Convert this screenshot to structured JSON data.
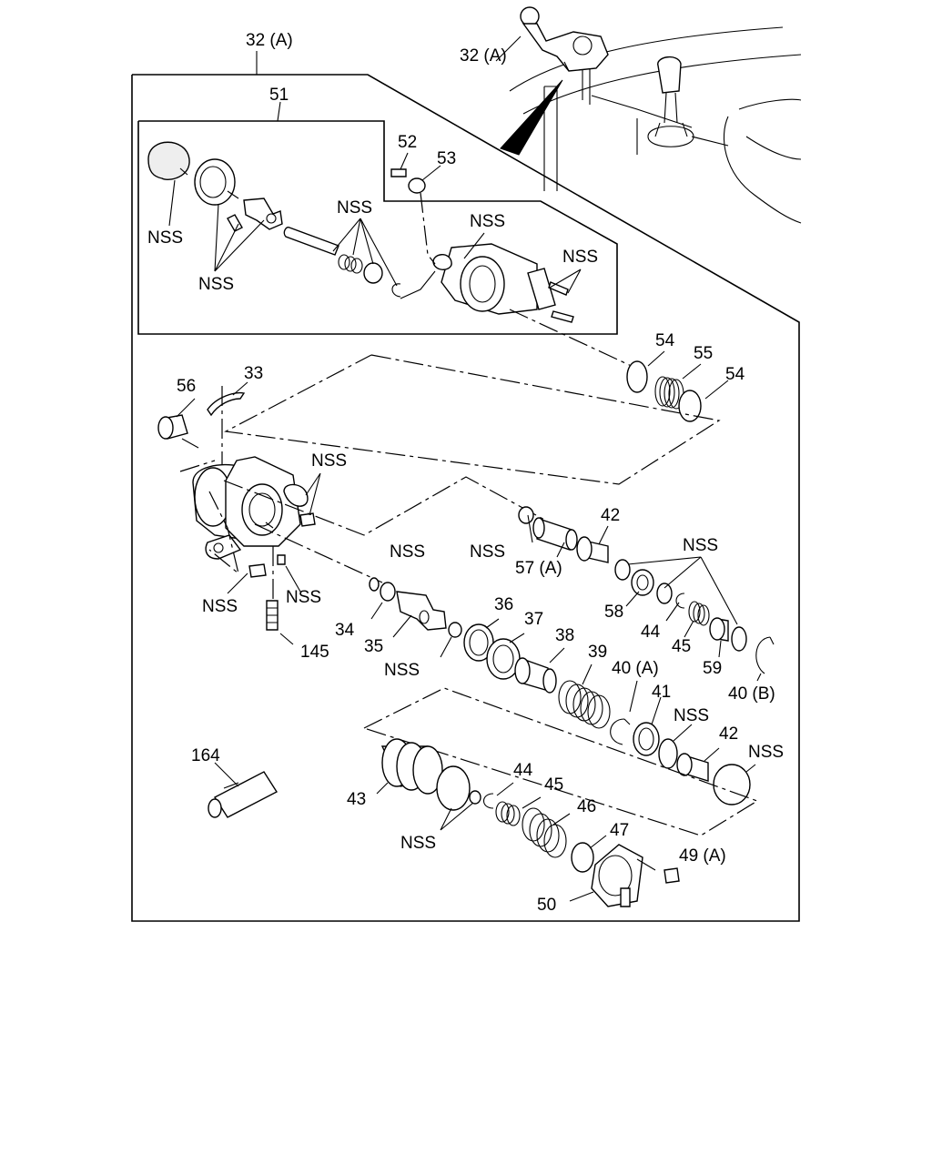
{
  "labels": {
    "l32a_top": "32 (A)",
    "l32a_inset": "32 (A)",
    "l51": "51",
    "l52": "52",
    "l53": "53",
    "l54a": "54",
    "l55": "55",
    "l54b": "54",
    "l56": "56",
    "l33": "33",
    "l42a": "42",
    "l57a": "57 (A)",
    "l58": "58",
    "l44a": "44",
    "l45a": "45",
    "l59": "59",
    "l40b": "40 (B)",
    "l34": "34",
    "l35": "35",
    "l145": "145",
    "l36": "36",
    "l37": "37",
    "l38": "38",
    "l39": "39",
    "l40a": "40 (A)",
    "l41": "41",
    "l42b": "42",
    "l164": "164",
    "l43": "43",
    "l44b": "44",
    "l45b": "45",
    "l46": "46",
    "l47": "47",
    "l49a": "49 (A)",
    "l50": "50",
    "nss1": "NSS",
    "nss2": "NSS",
    "nss3": "NSS",
    "nss4": "NSS",
    "nss5": "NSS",
    "nss6": "NSS",
    "nss7": "NSS",
    "nss8": "NSS",
    "nss9": "NSS",
    "nss10": "NSS",
    "nss11": "NSS",
    "nss12": "NSS",
    "nss13": "NSS",
    "nss14": "NSS",
    "nss15": "NSS"
  }
}
